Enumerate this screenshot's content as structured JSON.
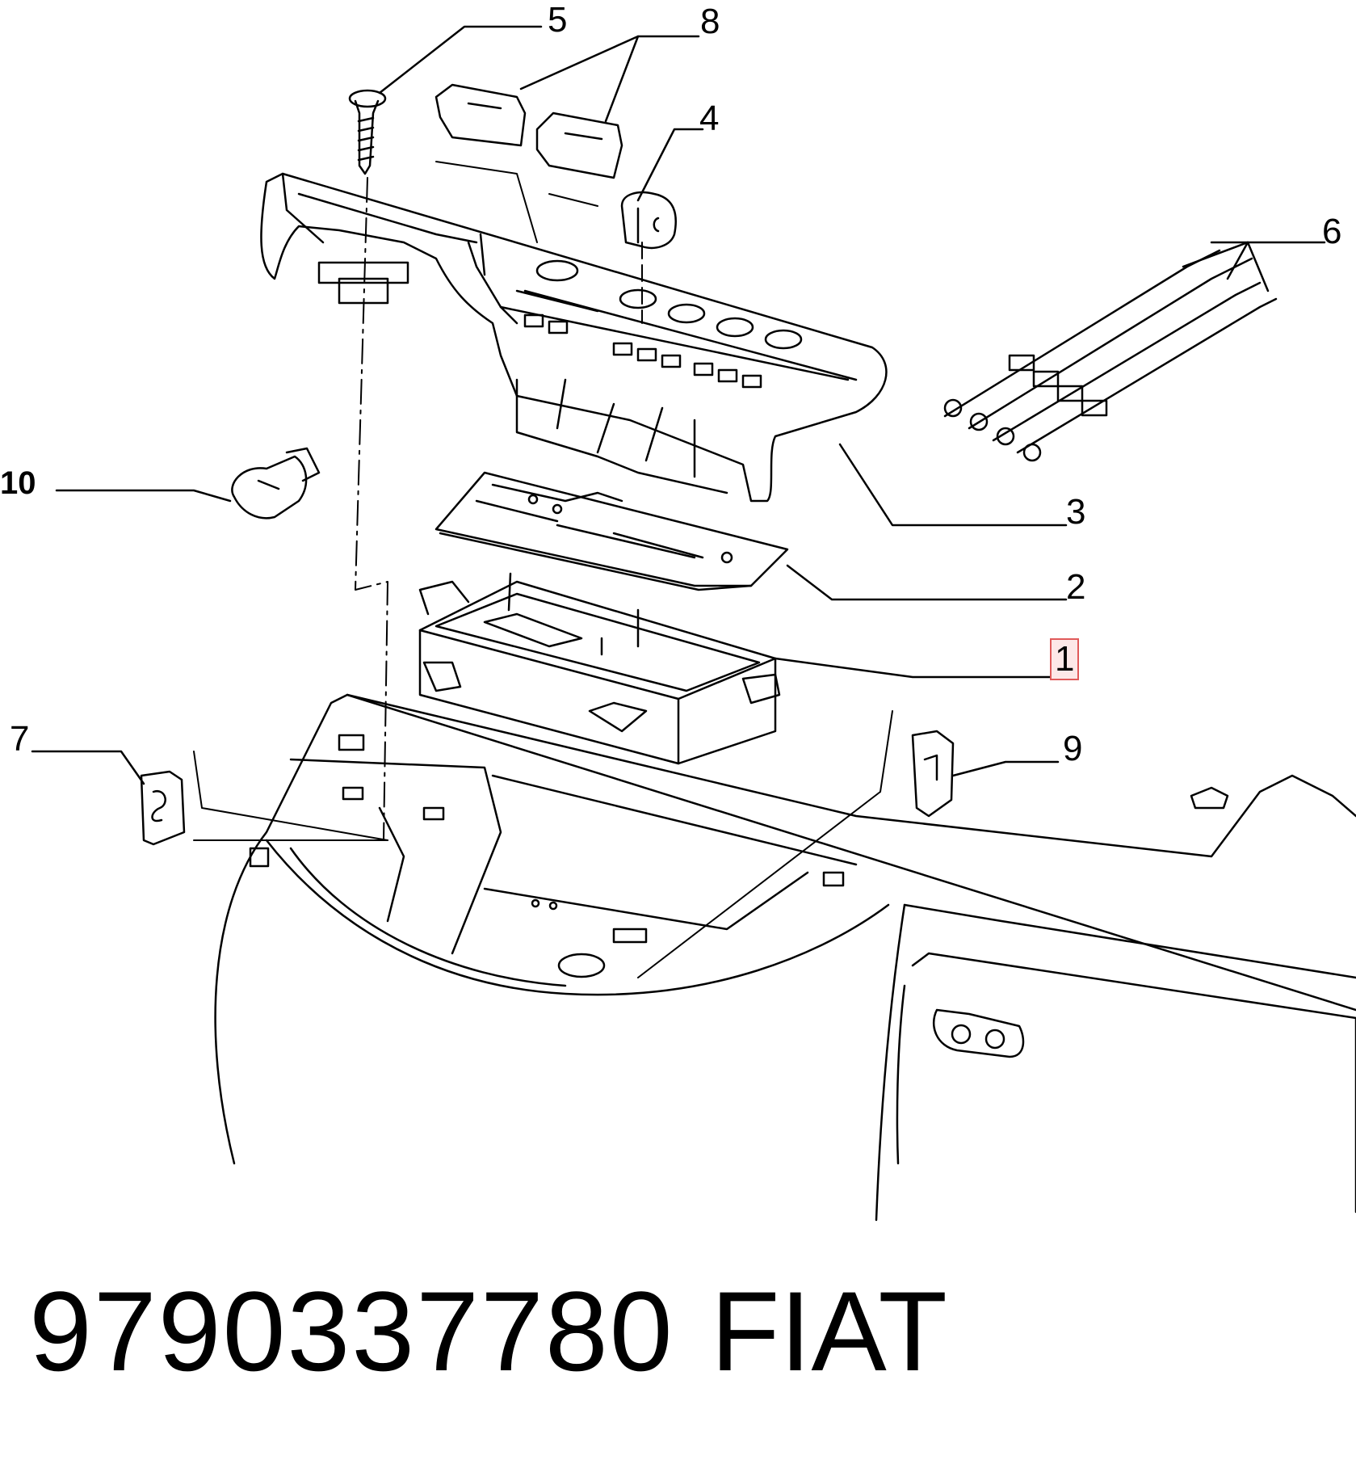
{
  "callouts": {
    "c1": "1",
    "c2": "2",
    "c3": "3",
    "c4": "4",
    "c5": "5",
    "c6": "6",
    "c7": "7",
    "c8": "8",
    "c9": "9",
    "c10": "10"
  },
  "highlight_color": "#e05a5a",
  "footer": {
    "part_number": "9790337780",
    "brand": "FIAT"
  }
}
